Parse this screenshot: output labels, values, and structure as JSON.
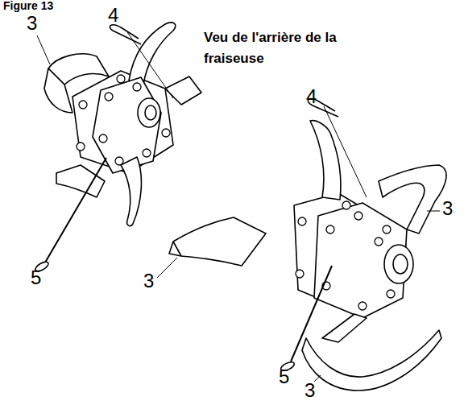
{
  "diagram": {
    "labels": [
      "Figure 13",
      "3",
      "4",
      "Veu de l'arrière de la fraiseuse",
      "4",
      "3",
      "5",
      "3",
      "5",
      "3"
    ]
  }
}
